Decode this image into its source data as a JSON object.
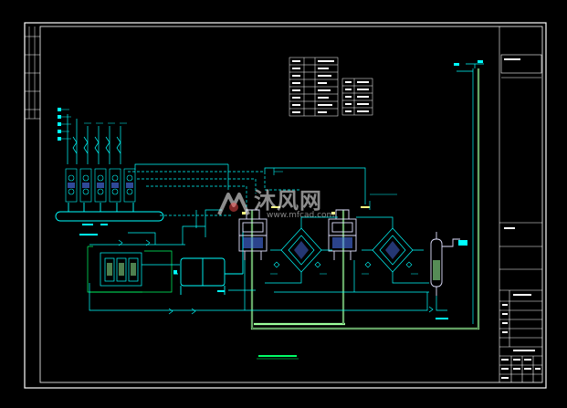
{
  "colors": {
    "background": "#000000",
    "frame": "#ffffff",
    "pipe_main": "#00ffff",
    "pipe_fill": "#3b6fd4",
    "pipe_blue": "#4f7bff",
    "pipe_green": "#9cff9c",
    "equipment": "#e0e0ff",
    "yellow": "#ffff80",
    "label_green": "#00ff66",
    "red": "#ff3030"
  },
  "watermark": {
    "brand": "沐风网",
    "url": "www.mfcad.com",
    "logo_icon": "mf-logo-icon"
  },
  "drawing": {
    "type": "process flow diagram",
    "title_block_present": true,
    "legend_tables": 2
  }
}
